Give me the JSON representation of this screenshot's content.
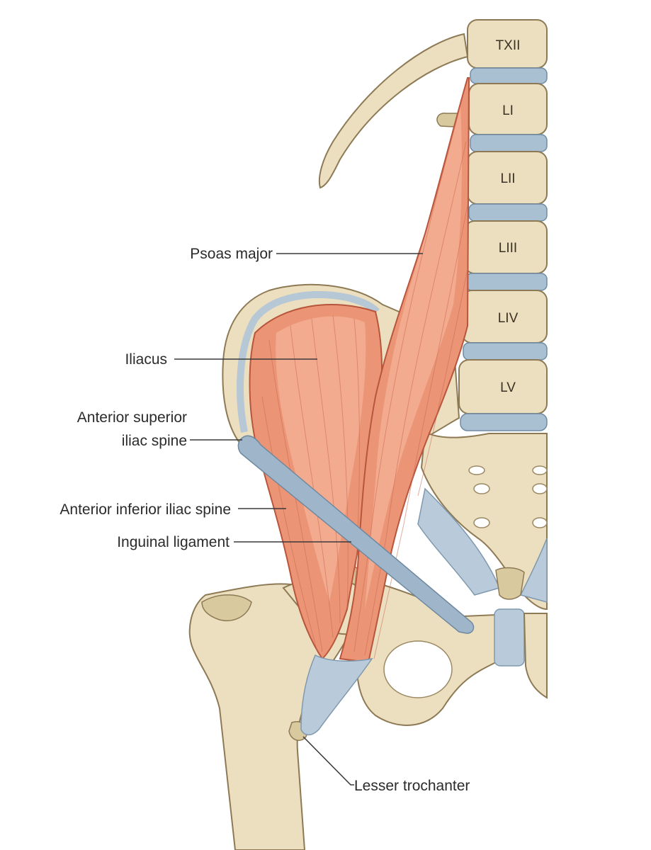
{
  "labels": {
    "psoas_major": "Psoas major",
    "iliacus": "Iliacus",
    "asis_line1": "Anterior superior",
    "asis_line2": "iliac spine",
    "aiis": "Anterior inferior iliac spine",
    "inguinal_ligament": "Inguinal ligament",
    "lesser_trochanter": "Lesser trochanter"
  },
  "vertebrae": [
    "TXII",
    "LI",
    "LII",
    "LIII",
    "LIV",
    "LV"
  ],
  "colors": {
    "muscle": "#ec9476",
    "bone": "#ecdfc0",
    "ligament": "#b9cbdb",
    "label_text": "#2b2b2b"
  }
}
